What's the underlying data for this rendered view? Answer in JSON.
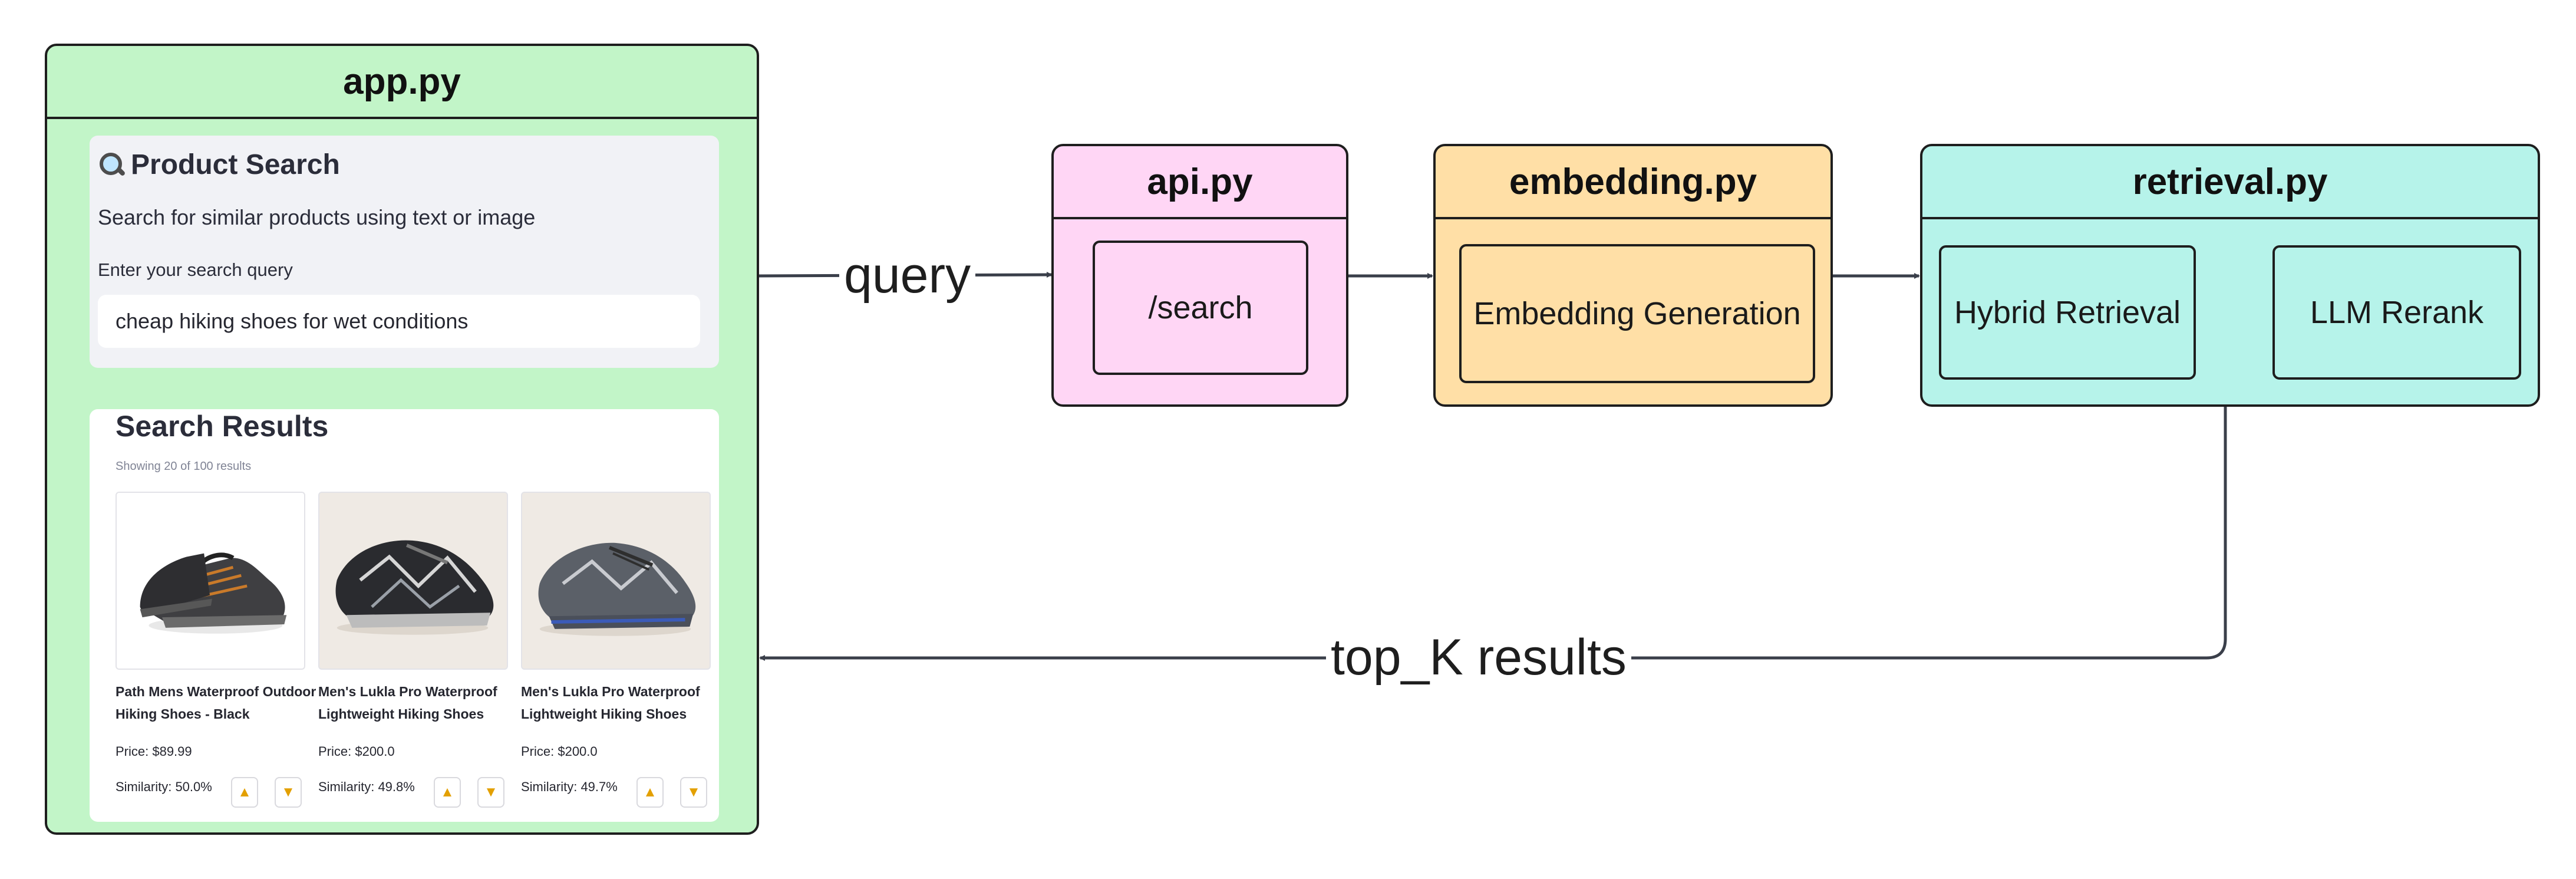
{
  "modules": {
    "app": {
      "title": "app.py",
      "color": "#c2f5c8"
    },
    "api": {
      "title": "api.py",
      "color": "#ffd6f5",
      "inner": "/search"
    },
    "embedding": {
      "title": "embedding.py",
      "color": "#ffdfa6",
      "inner": "Embedding Generation"
    },
    "retrieval": {
      "title": "retrieval.py",
      "color": "#b6f3ea",
      "inner_left": "Hybrid Retrieval",
      "inner_right": "LLM Rerank"
    }
  },
  "edges": {
    "query_label": "query",
    "results_label": "top_K results"
  },
  "app_ui": {
    "search_panel": {
      "icon": "magnifier-icon",
      "title": "Product Search",
      "subtitle": "Search for similar products using text or image",
      "input_label": "Enter your search query",
      "input_value": "cheap hiking shoes for wet conditions"
    },
    "results_panel": {
      "title": "Search Results",
      "count": "Showing 20 of 100 results",
      "cards": [
        {
          "name": "Path Mens Waterproof Outdoor Hiking Shoes - Black",
          "price": "Price: $89.99",
          "similarity": "Similarity: 50.0%",
          "up_icon": "thumbs-up-icon",
          "down_icon": "thumbs-down-icon"
        },
        {
          "name": "Men's Lukla Pro Waterproof Lightweight Hiking Shoes",
          "price": "Price: $200.0",
          "similarity": "Similarity: 49.8%",
          "up_icon": "thumbs-up-icon",
          "down_icon": "thumbs-down-icon"
        },
        {
          "name": "Men's Lukla Pro Waterproof Lightweight Hiking Shoes",
          "price": "Price: $200.0",
          "similarity": "Similarity: 49.7%",
          "up_icon": "thumbs-up-icon",
          "down_icon": "thumbs-down-icon"
        }
      ]
    }
  }
}
